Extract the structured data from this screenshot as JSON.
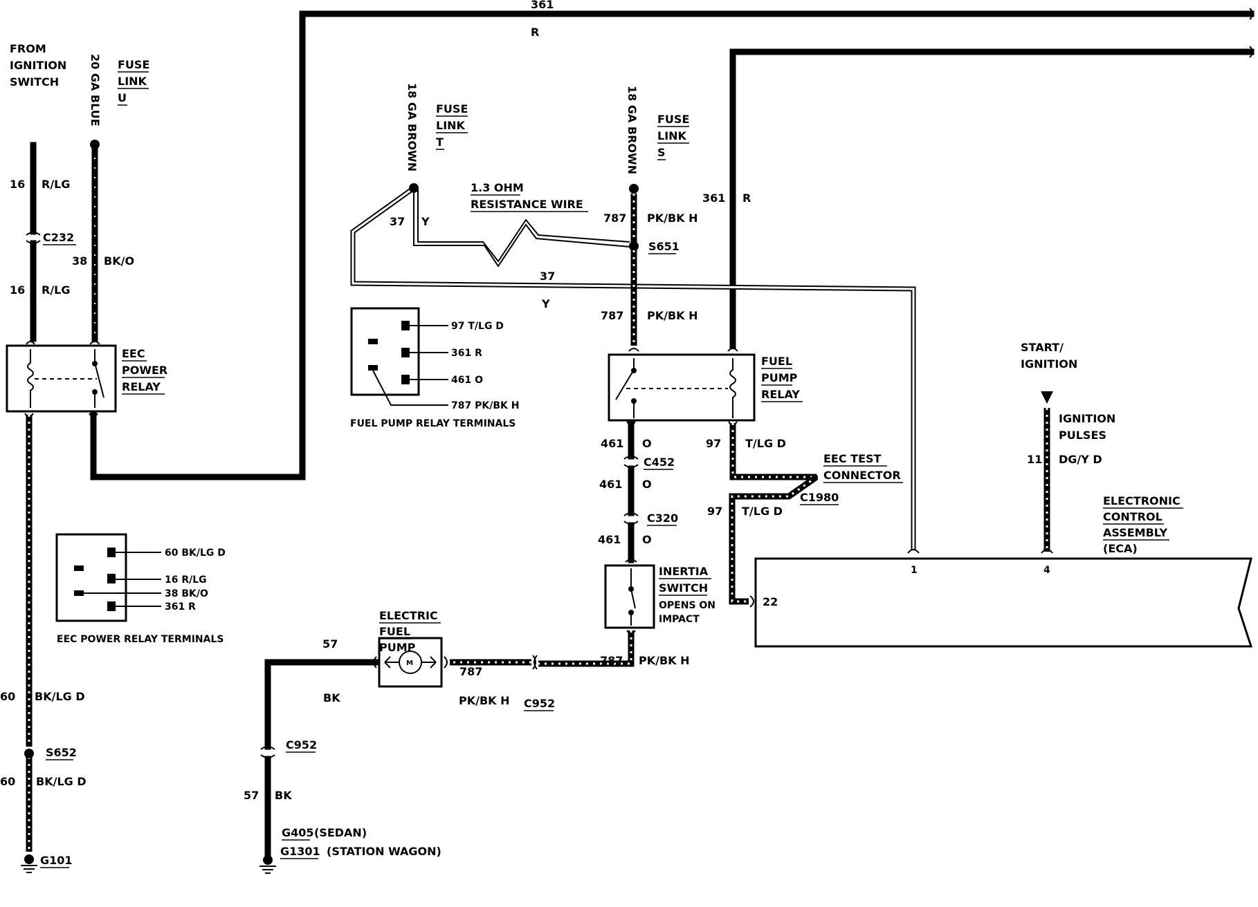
{
  "labels": {
    "from_ignition": [
      "FROM",
      "IGNITION",
      "SWITCH"
    ],
    "ga20_blue": "20 GA BLUE",
    "fuse_link_u": [
      "FUSE",
      "LINK",
      "U"
    ],
    "ga18_brown_t": "18 GA BROWN",
    "fuse_link_t": [
      "FUSE",
      "LINK",
      "T"
    ],
    "ga18_brown_s": "18 GA BROWN",
    "fuse_link_s": [
      "FUSE",
      "LINK",
      "S"
    ],
    "w361_top": "361",
    "r_top": "R",
    "w361_mid": "361",
    "r_mid": "R",
    "resistance": [
      "1.3 OHM",
      "RESISTANCE WIRE"
    ],
    "w37_a": "37",
    "y_a": "Y",
    "w37_b": "37",
    "y_b": "Y",
    "w787_a": "787",
    "pkbk_a": "PK/BK H",
    "s651": "S651",
    "w787_b": "787",
    "pkbk_b": "PK/BK H",
    "w16_a": "16",
    "rlg_a": "R/LG",
    "c232": "C232",
    "w38": "38",
    "bko": "BK/O",
    "w16_b": "16",
    "rlg_b": "R/LG",
    "eec_power_relay": [
      "EEC",
      "POWER",
      "RELAY"
    ],
    "fuel_pump_relay": [
      "FUEL",
      "PUMP",
      "RELAY"
    ],
    "fpr_terminals": [
      "97 T/LG D",
      "361 R",
      "461 O",
      "787 PK/BK H"
    ],
    "fpr_terminals_title": "FUEL PUMP RELAY TERMINALS",
    "eec_terminals": [
      "60 BK/LG D",
      "16 R/LG",
      "38 BK/O",
      "361 R"
    ],
    "eec_terminals_title": "EEC POWER RELAY TERMINALS",
    "w461_a": "461",
    "o_a": "O",
    "c452": "C452",
    "w461_b": "461",
    "o_b": "O",
    "c320": "C320",
    "w461_c": "461",
    "o_c": "O",
    "inertia_switch": [
      "INERTIA",
      "SWITCH",
      "OPENS ON",
      "IMPACT"
    ],
    "w97_a": "97",
    "tlgd_a": "T/LG D",
    "eec_test_connector": [
      "EEC TEST",
      "CONNECTOR"
    ],
    "c1980": "C1980",
    "w97_b": "97",
    "tlgd_b": "T/LG D",
    "start_ignition": [
      "START/",
      "IGNITION"
    ],
    "ignition_pulses": [
      "IGNITION",
      "PULSES"
    ],
    "w11": "11",
    "dgyd": "DG/Y D",
    "eca": [
      "ELECTRONIC",
      "CONTROL",
      "ASSEMBLY",
      "(ECA)"
    ],
    "pin1": "1",
    "pin4": "4",
    "pin22": "22",
    "electric_fuel_pump": [
      "ELECTRIC",
      "FUEL",
      "PUMP"
    ],
    "motor": "M",
    "w57_a": "57",
    "bk_a": "BK",
    "w787_c": "787",
    "pkbk_c": "PK/BK H",
    "c952_a": "C952",
    "w787_d": "787",
    "pkbk_d": "PK/BK H",
    "c952_b": "C952",
    "w57_b": "57",
    "bk_b": "BK",
    "g405": "G405",
    "sedan": "(SEDAN)",
    "g1301": "G1301",
    "station_wagon": "(STATION WAGON)",
    "w60_a": "60",
    "bklgd_a": "BK/LG D",
    "s652": "S652",
    "w60_b": "60",
    "bklgd_b": "BK/LG D",
    "g101": "G101"
  }
}
